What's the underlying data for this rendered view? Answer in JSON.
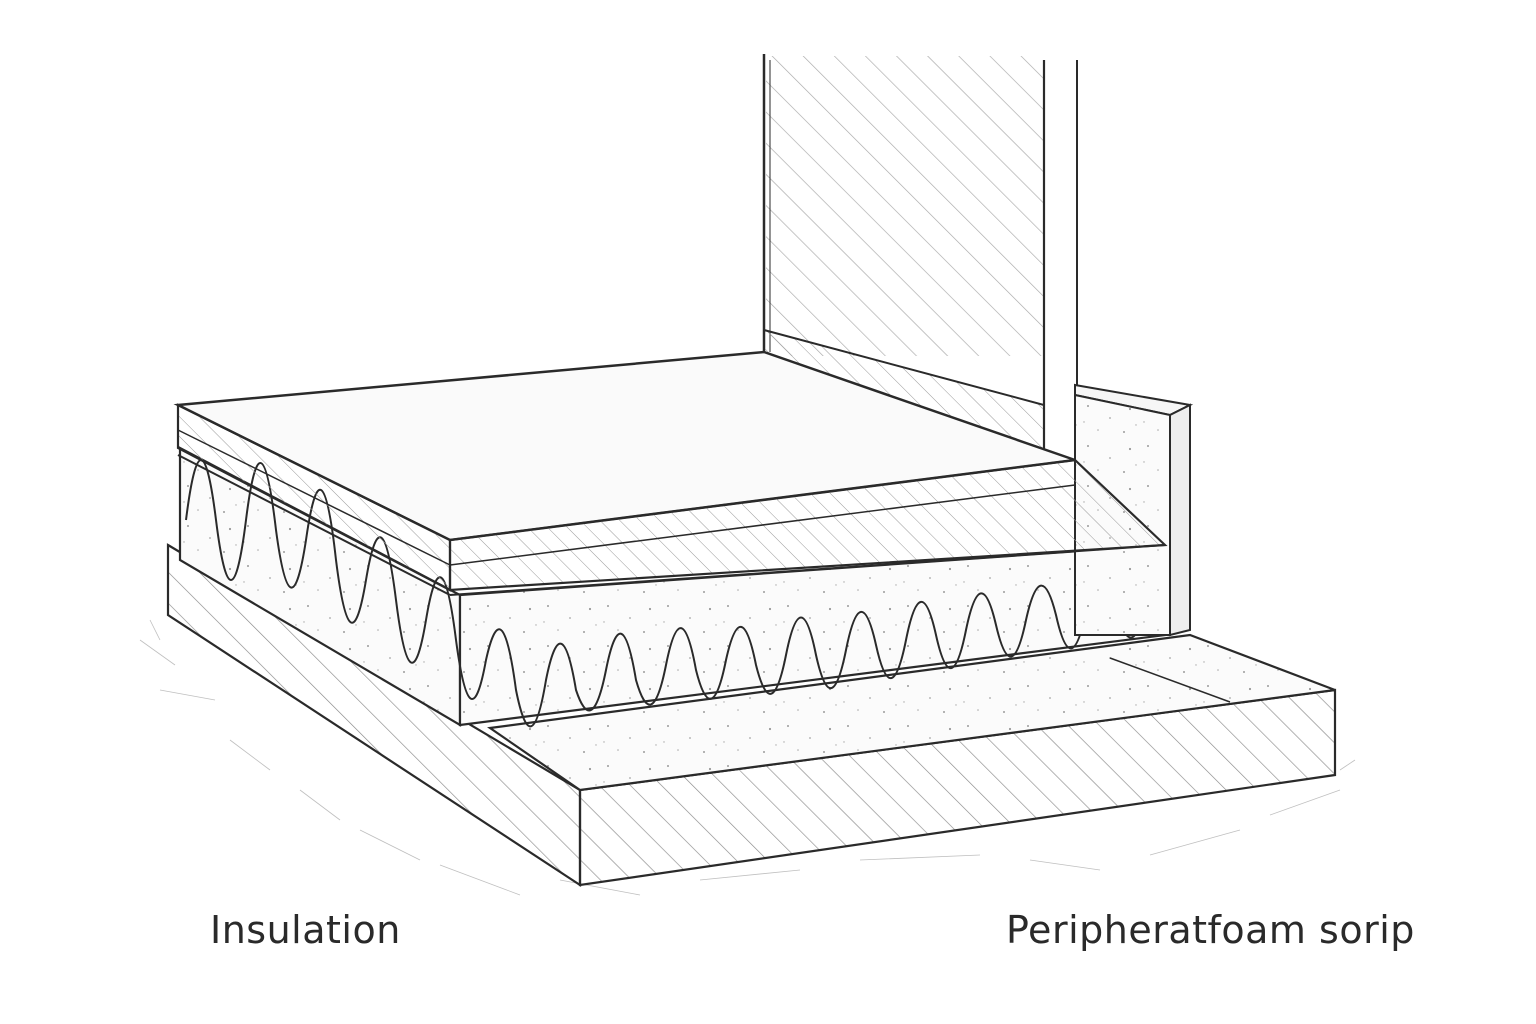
{
  "labels": {
    "left": "Insulation",
    "right": "Peripheratfoam sorip"
  },
  "colors": {
    "ink": "#2a2a2a",
    "hatch": "#8a8a8a",
    "paper": "#ffffff"
  },
  "components": [
    "wall",
    "peripheral-foam-strip",
    "screed-slab",
    "heating-pipe-layer",
    "insulation-layer",
    "base-slab"
  ]
}
